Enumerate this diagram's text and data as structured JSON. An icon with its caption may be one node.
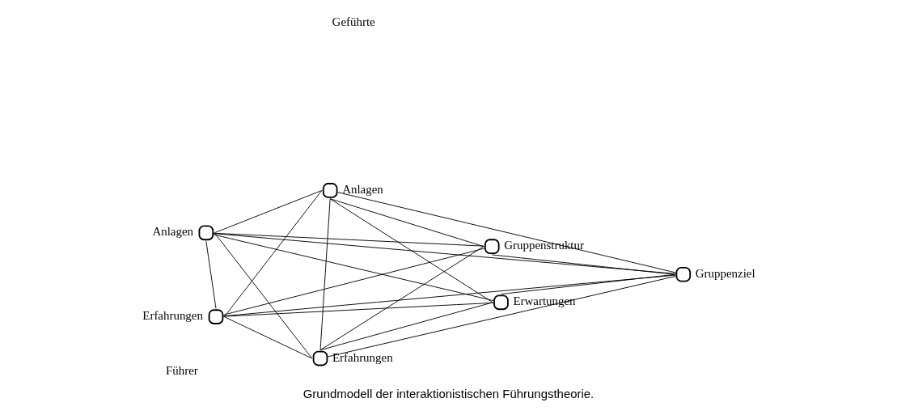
{
  "diagram": {
    "caption": "Grundmodell der interaktionistischen Führungstheorie.",
    "nodes": [
      {
        "text": [],
        "shape": "circle",
        "beside": [
          "Anlagen"
        ]
      },
      {
        "text": [],
        "shape": "circle",
        "beside": [
          "Anlagen"
        ]
      },
      {
        "text": [],
        "shape": "circle",
        "beside": [
          "Gruppenstruktur"
        ]
      },
      {
        "text": [],
        "shape": "circle",
        "beside": [
          "Gruppenziel"
        ]
      },
      {
        "text": [],
        "shape": "circle",
        "beside": [
          "Erwartungen"
        ]
      },
      {
        "text": [],
        "shape": "circle",
        "beside": [
          "Erfahrungen"
        ]
      },
      {
        "text": [],
        "shape": "circle",
        "beside": [
          "Erfahrungen"
        ]
      }
    ],
    "edges": [
      {
        "from": 0,
        "to": 5,
        "arrow": "none"
      },
      {
        "from": 0,
        "to": 1,
        "arrow": "none"
      },
      {
        "from": 0,
        "to": 2,
        "arrow": "none"
      },
      {
        "from": 0,
        "to": 3,
        "arrow": "none"
      },
      {
        "from": 0,
        "to": 4,
        "arrow": "none"
      },
      {
        "from": 0,
        "to": 6,
        "arrow": "none"
      },
      {
        "from": 5,
        "to": 1,
        "arrow": "none"
      },
      {
        "from": 5,
        "to": 2,
        "arrow": "none"
      },
      {
        "from": 5,
        "to": 3,
        "arrow": "none"
      },
      {
        "from": 5,
        "to": 4,
        "arrow": "none"
      },
      {
        "from": 5,
        "to": 6,
        "arrow": "none"
      },
      {
        "from": 1,
        "to": 2,
        "arrow": "none"
      },
      {
        "from": 1,
        "to": 3,
        "arrow": "none"
      },
      {
        "from": 1,
        "to": 4,
        "arrow": "none"
      },
      {
        "from": 1,
        "to": 6,
        "arrow": "none"
      },
      {
        "from": 2,
        "to": 3,
        "arrow": "none"
      },
      {
        "from": 2,
        "to": 6,
        "arrow": "none"
      },
      {
        "from": 3,
        "to": 4,
        "arrow": "none"
      },
      {
        "from": 3,
        "to": 6,
        "arrow": "none"
      },
      {
        "from": 4,
        "to": 6,
        "arrow": "none"
      }
    ],
    "labels": [
      "Führer",
      "Geführte"
    ]
  }
}
